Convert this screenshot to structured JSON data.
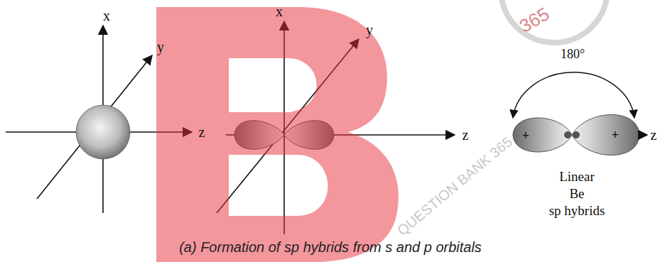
{
  "diagram": {
    "caption": "(a) Formation of sp hybrids from s and p orbitals",
    "labels": [
      "x",
      "y",
      "z",
      "x",
      "y",
      "z",
      "180°",
      "+",
      "+",
      "z",
      "Linear",
      "Be",
      "sp hybrids",
      "365",
      "QUESTION BANK 365"
    ]
  }
}
